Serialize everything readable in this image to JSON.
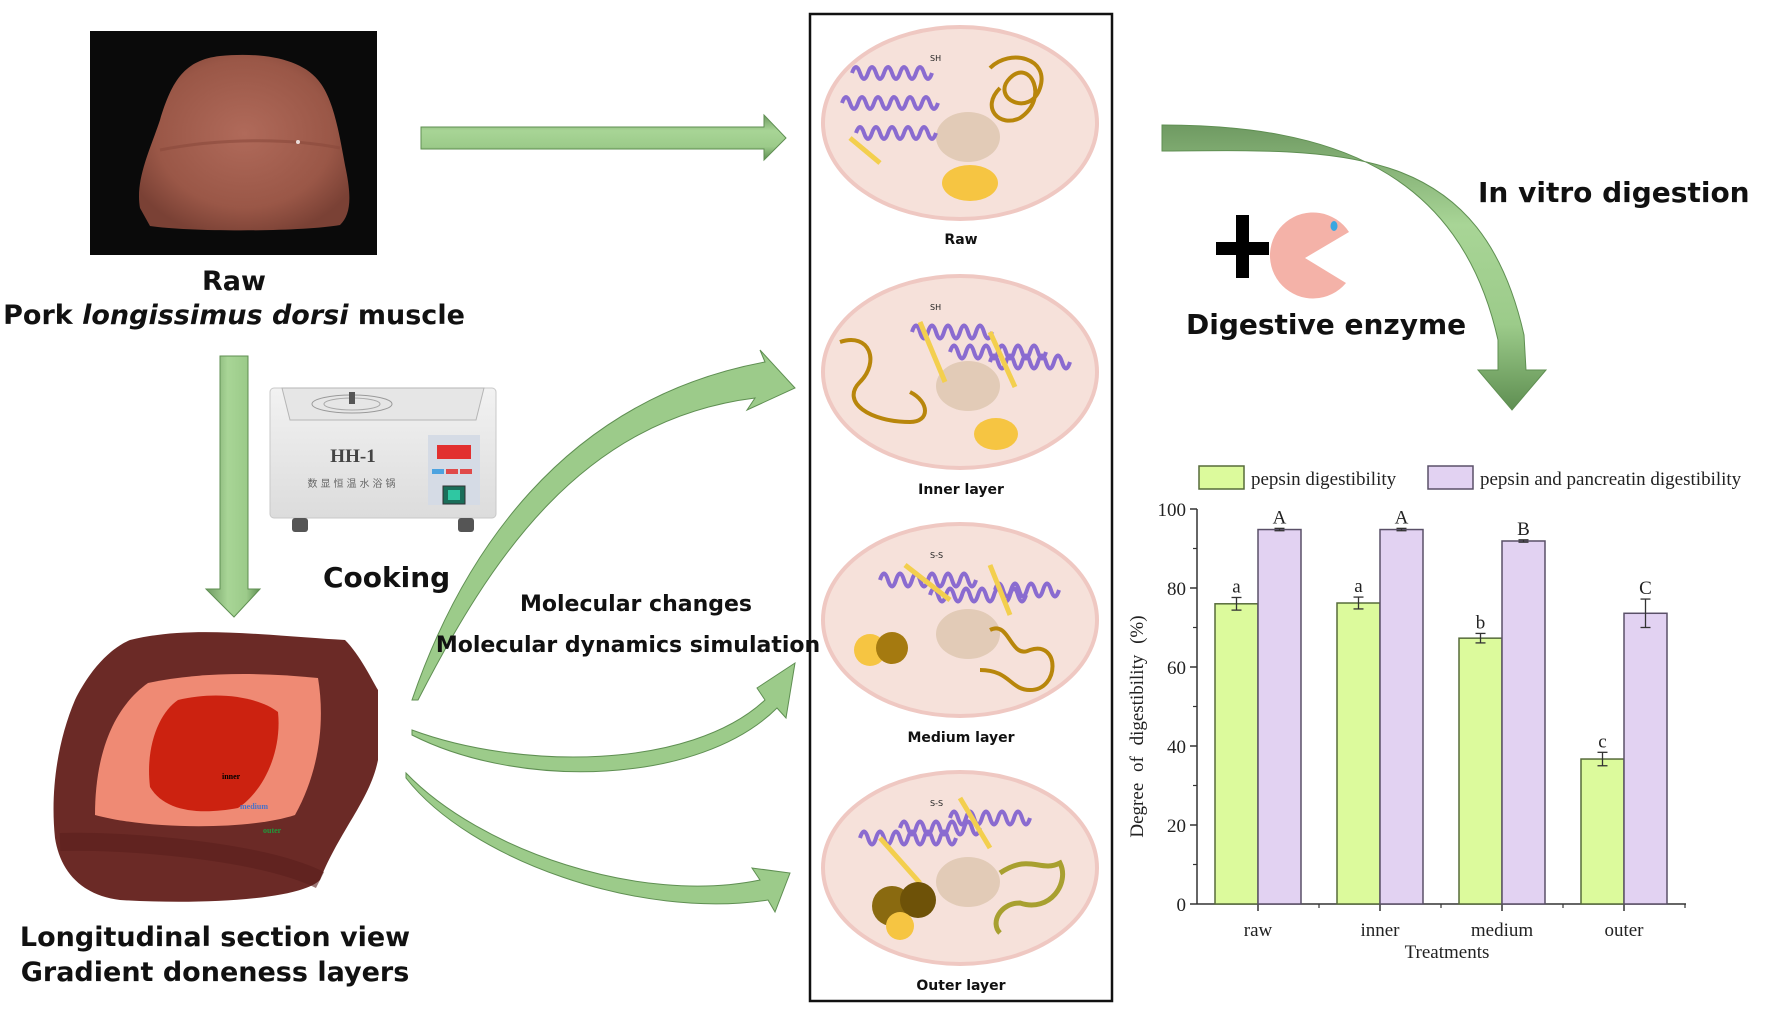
{
  "left": {
    "photo_caption_line1": "Raw",
    "photo_caption_line2_prefix": "Pork ",
    "photo_caption_line2_italic": "longissimus dorsi",
    "photo_caption_line2_suffix": " muscle",
    "cooking_label": "Cooking",
    "water_bath_model": "HH-1",
    "water_bath_subtitle": "数显恒温水浴锅",
    "section_labels": {
      "inner": "inner",
      "medium": "medium",
      "outer": "outer"
    },
    "section_caption_line1": "Longitudinal section view",
    "section_caption_line2": "Gradient doneness layers"
  },
  "middle": {
    "molecular_label_1": "Molecular changes",
    "molecular_label_2": "Molecular dynamics simulation",
    "panels": [
      {
        "label": "Raw"
      },
      {
        "label": "Inner layer"
      },
      {
        "label": "Medium layer"
      },
      {
        "label": "Outer layer"
      }
    ],
    "bond_labels": {
      "sh": "SH",
      "ss": "S-S"
    }
  },
  "right": {
    "in_vitro_label": "In vitro digestion",
    "enzyme_label": "Digestive enzyme",
    "plus_symbol": "+"
  },
  "colors": {
    "arrow_green": "#9ccb8a",
    "arrow_edge": "#5f8f52",
    "pepsin": "#dcfa9c",
    "pepsin_pancreatin": "#e2d2f2",
    "meat_dark": "#6b2a26",
    "meat_medium": "#ef8a74",
    "meat_inner": "#cc2210",
    "cell": "#f6e1da"
  },
  "chart_data": {
    "type": "bar",
    "title": "",
    "xlabel": "Treatments",
    "ylabel": "Degree of digestibility (%)",
    "categories": [
      "raw",
      "inner",
      "medium",
      "outer"
    ],
    "ylim": [
      0,
      100
    ],
    "yticks": [
      0,
      20,
      40,
      60,
      80,
      100
    ],
    "legend_position": "top",
    "series": [
      {
        "name": "pepsin digestibility",
        "values": [
          76.0,
          76.2,
          67.3,
          36.7
        ],
        "errors": [
          1.6,
          1.5,
          1.2,
          1.7
        ],
        "letters": [
          "a",
          "a",
          "b",
          "c"
        ]
      },
      {
        "name": "pepsin and pancreatin digestibility",
        "values": [
          94.8,
          94.8,
          91.9,
          73.6
        ],
        "errors": [
          0.3,
          0.3,
          0.3,
          3.6
        ],
        "letters": [
          "A",
          "A",
          "B",
          "C"
        ]
      }
    ]
  }
}
